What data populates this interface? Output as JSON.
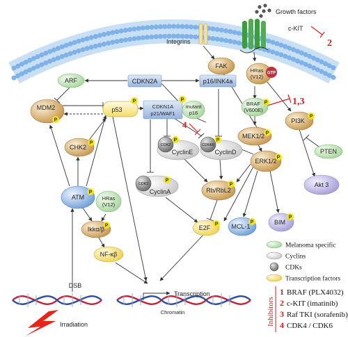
{
  "nodes": {
    "growth_factors": "Growth factors",
    "c_kit": "c-KIT",
    "integrins": "Integrins",
    "fak": "FAK",
    "arf": "ARF",
    "cdkn2a": "CDKN2A",
    "p16ink4a": "p16/INK4a",
    "mdm2": "MDM2",
    "p53": "p53",
    "cdkn1a_1": "CDKN1A",
    "cdkn1a_2": "p21/WAF1",
    "mutant_1": "mutant",
    "mutant_2": "p16",
    "hras": "HRas",
    "v12": "(V12)",
    "gtp": "GTP",
    "braf": "BRAF",
    "v600e": "(V600E)",
    "pi3k": "PI3K",
    "mek": "MEK1/2",
    "pten": "PTEN",
    "chk2": "CHK2",
    "cdk2": "CDK2",
    "cyclin_e": "CyclinE",
    "cdk46": "CDK4/6",
    "cyclin_d": "CyclinD",
    "erk": "ERK1/2",
    "akt": "Akt 3",
    "atm": "ATM",
    "hras2": "HRas",
    "hras2_v12": "(V12)",
    "cyclin_a": "CyclinA",
    "rb": "Rb/RbL2",
    "ikk": "Ikkα/β",
    "mcl1": "MCL-1",
    "bim": "BIM",
    "e2f": "E2F",
    "nfkb": "NF-κβ",
    "dsb": "DSB",
    "transcription": "Transcription",
    "chromatin": "Chromatin",
    "irradiation": "Irradiation",
    "p": "P"
  },
  "markers": {
    "m_4": "4",
    "m_13": "1,3",
    "m_2": "2"
  },
  "legend": [
    {
      "label": "Melanoma specific",
      "shape": "melanoma"
    },
    {
      "label": "Cyclins",
      "shape": "cyclin"
    },
    {
      "label": "CDKs",
      "shape": "cdk"
    },
    {
      "label": "Transcription factors",
      "shape": "tf"
    }
  ],
  "inhibitors": {
    "title": "Inhibitors",
    "items": [
      {
        "num": "1",
        "label": "BRAF (PLX4032)"
      },
      {
        "num": "2",
        "label": "c-KIT (imatinib)"
      },
      {
        "num": "3",
        "label": "Raf TKI (sorafenib)"
      },
      {
        "num": "4",
        "label": "CDK4 / CDK6"
      }
    ]
  },
  "colors": {
    "membrane_head": "#7fb2e6",
    "melanoma": "#cfe9c8",
    "cyclin": "#e6e6e6",
    "cdk": "#8c8c8c",
    "tf": "#f7e58a",
    "protein": "#e8c98e",
    "blue_box": "#b8cde8",
    "purple": "#c7c3e8",
    "phospho": "#f2e418",
    "inhibitor_red": "#d42020"
  }
}
